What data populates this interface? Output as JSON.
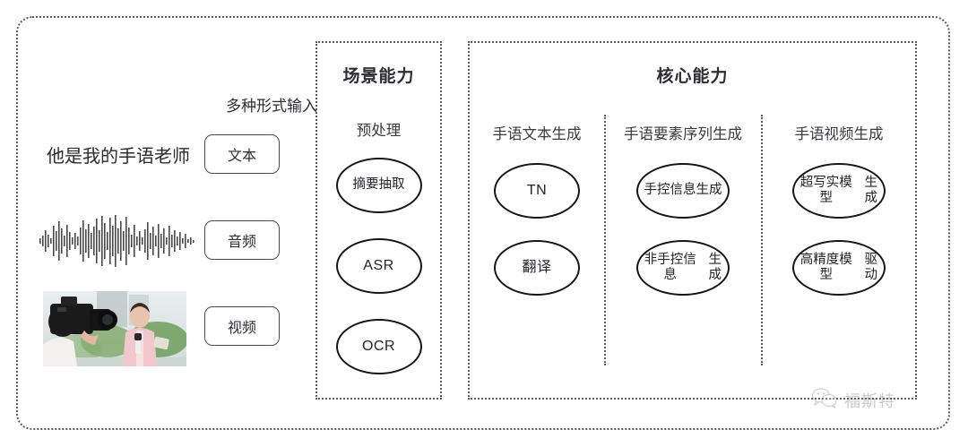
{
  "input_section": {
    "heading": "多种形式输入",
    "sample_text": "他是我的手语老师",
    "modalities": [
      {
        "label": "文本",
        "icon": "text-sample"
      },
      {
        "label": "音频",
        "icon": "audio-waveform"
      },
      {
        "label": "视频",
        "icon": "video-thumbnail"
      }
    ]
  },
  "scene_panel": {
    "title": "场景能力",
    "subtitle": "预处理",
    "nodes": [
      "摘要抽取",
      "ASR",
      "OCR"
    ]
  },
  "core_panel": {
    "title": "核心能力",
    "columns": [
      {
        "heading": "手语文本生成",
        "nodes": [
          "TN",
          "翻译"
        ]
      },
      {
        "heading": "手语要素序列生成",
        "nodes": [
          "手控信息\n生成",
          "非手控信息\n生成"
        ]
      },
      {
        "heading": "手语视频生成",
        "nodes": [
          "超写实模型\n生成",
          "高精度模型\n驱动"
        ]
      }
    ]
  },
  "watermark": {
    "text": "福斯特",
    "icon": "wechat-icon"
  },
  "colors": {
    "border": "#5a5a66",
    "node_stroke": "#151515",
    "text": "#2e2e33",
    "background": "#ffffff"
  }
}
